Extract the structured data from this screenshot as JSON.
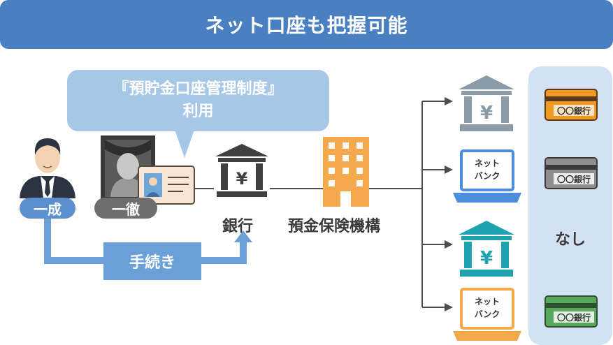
{
  "header": {
    "title": "ネット口座も把握可能"
  },
  "bubble": {
    "line1": "『預貯金口座管理制度』",
    "line2": "利用"
  },
  "people": {
    "heir_label": "一成",
    "deceased_label": "一徹"
  },
  "nodes": {
    "bank_label": "銀行",
    "dic_label": "預金保険機構",
    "procedure_label": "手続き"
  },
  "outputs": {
    "netbank_line1": "ネット",
    "netbank_line2": "バンク",
    "card_label": "〇〇銀行",
    "none_label": "なし"
  },
  "colors": {
    "header_blue": "#4a7fc1",
    "bubble_blue": "#a7c7e7",
    "bank_gray": "#8a9aa6",
    "bank_teal": "#1fa3b3",
    "netbank_blue": "#4b8edc",
    "netbank_orange": "#f3a94a",
    "card_orange": "#f19a1f",
    "card_gray": "#8e8e8e",
    "card_green": "#5aa85c"
  }
}
